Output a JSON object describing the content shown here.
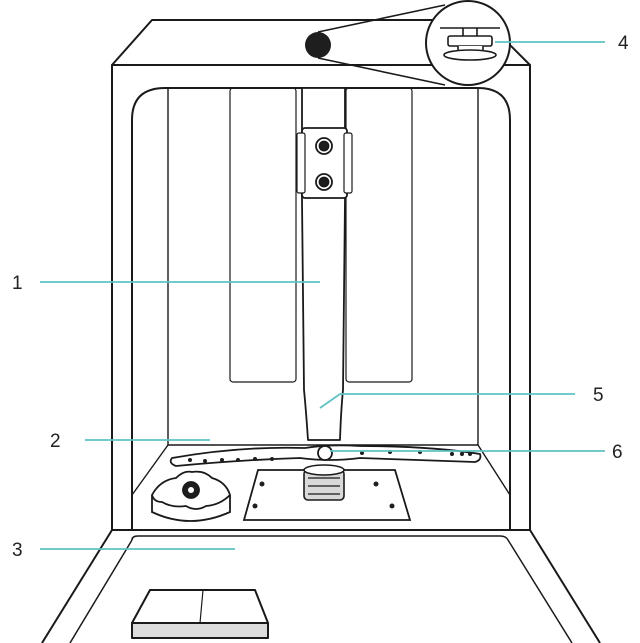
{
  "colors": {
    "outline": "#1a1a1a",
    "callout_line": "#5fc2c4",
    "label_text": "#222222",
    "background": "#ffffff",
    "dark_parts": "#1e1e1e",
    "filter_fill": "#d9d9d9"
  },
  "callouts": [
    {
      "id": "1",
      "label": "1"
    },
    {
      "id": "2",
      "label": "2"
    },
    {
      "id": "3",
      "label": "3"
    },
    {
      "id": "4",
      "label": "4"
    },
    {
      "id": "5",
      "label": "5"
    },
    {
      "id": "6",
      "label": "6"
    }
  ]
}
